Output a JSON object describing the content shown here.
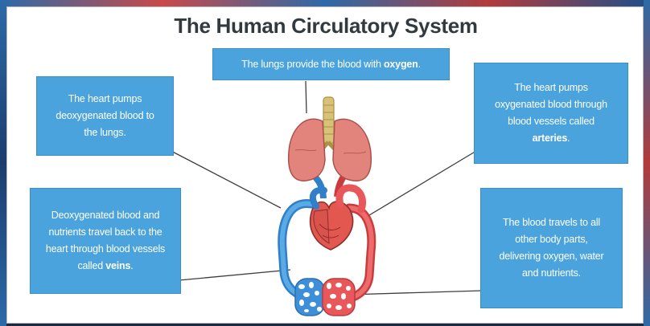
{
  "title": "The Human Circulatory System",
  "boxes": {
    "lungs": {
      "text": "The lungs provide the blood with ",
      "bold": "oxygen",
      "end": "."
    },
    "heart_deoxy": {
      "text": "The heart pumps deoxygenated blood to the lungs."
    },
    "heart_oxy": {
      "text": "The heart pumps oxygenated blood through blood vessels called ",
      "bold": "arteries",
      "end": "."
    },
    "veins": {
      "text": "Deoxygenated blood and nutrients travel back to the heart through blood vessels called ",
      "bold": "veins",
      "end": "."
    },
    "travel": {
      "text": "The blood travels to all other body parts, delivering oxygen, water and nutrients."
    }
  },
  "colors": {
    "box_fill": "#4aa3dc",
    "deoxygenated_blood": "#3a8fd6",
    "oxygenated_blood": "#e8585a",
    "lungs": "#e2837c",
    "trachea": "#d8c27a"
  }
}
